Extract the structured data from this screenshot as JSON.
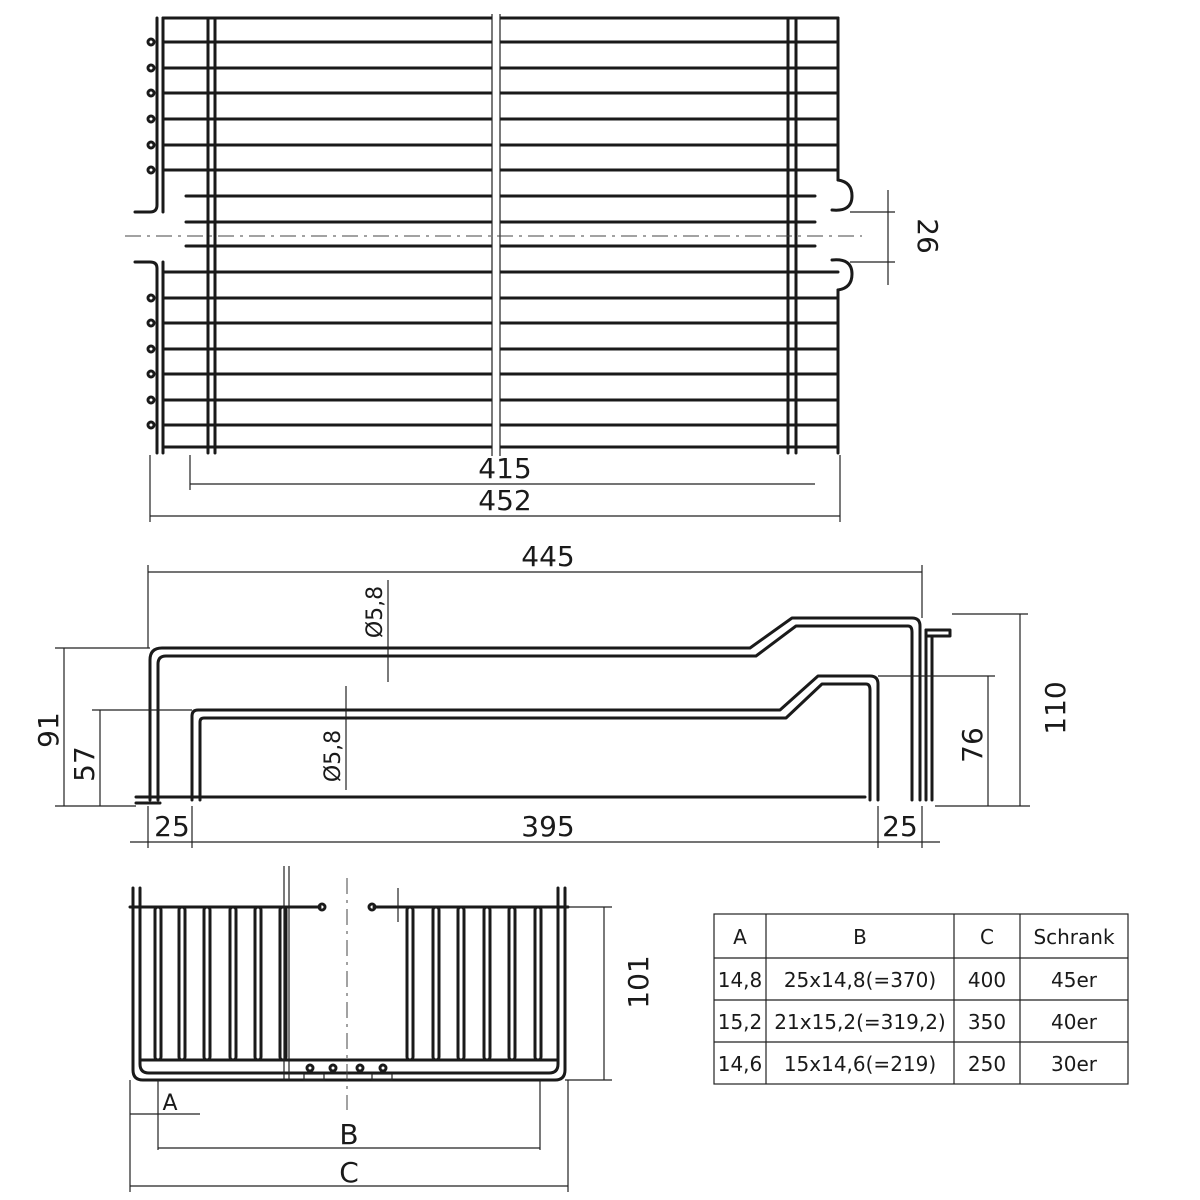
{
  "top_view": {
    "width_inner": "415",
    "width_outer": "452",
    "spacing": "26"
  },
  "side_view": {
    "length": "445",
    "rod_dia_upper": "Ø5,8",
    "rod_dia_lower": "Ø5,8",
    "height_outer": "91",
    "height_inner": "57",
    "height_front": "76",
    "height_total": "110",
    "offset_left": "25",
    "inner_length": "395",
    "offset_right": "25"
  },
  "front_view": {
    "label_a": "A",
    "label_b": "B",
    "label_c": "C",
    "height": "101"
  },
  "table": {
    "headers": [
      "A",
      "B",
      "C",
      "Schrank"
    ],
    "rows": [
      [
        "14,8",
        "25x14,8(=370)",
        "400",
        "45er"
      ],
      [
        "15,2",
        "21x15,2(=319,2)",
        "350",
        "40er"
      ],
      [
        "14,6",
        "15x14,6(=219)",
        "250",
        "30er"
      ]
    ]
  }
}
